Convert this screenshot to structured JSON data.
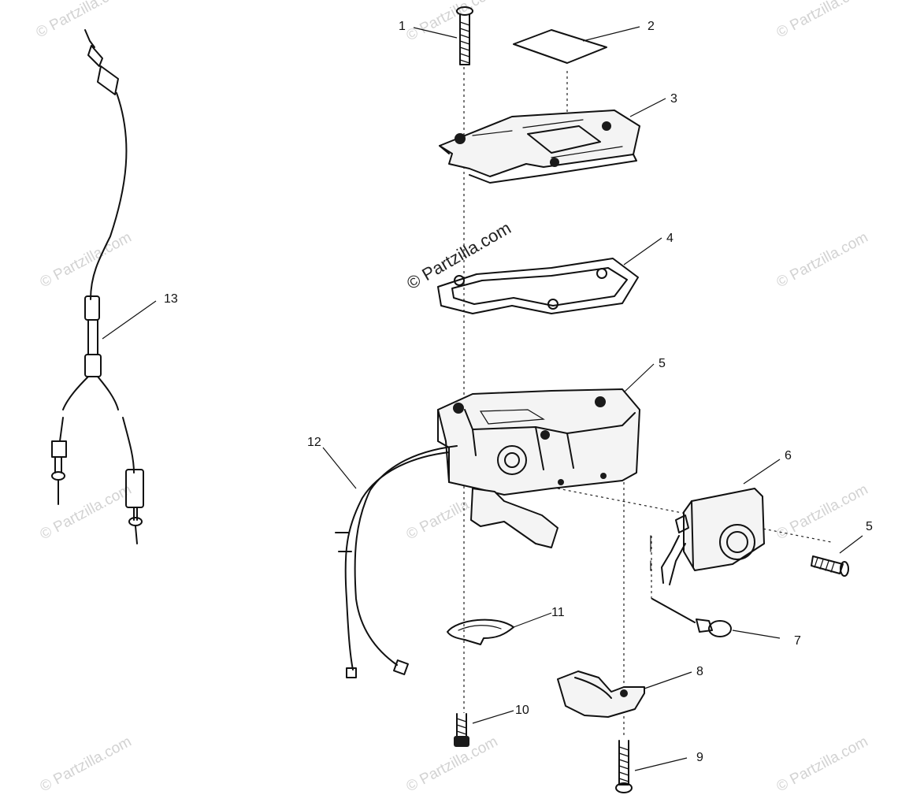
{
  "watermark": {
    "text": "© Partzilla.com"
  },
  "callouts": [
    {
      "id": "c1",
      "label": "1",
      "part": "screw-top"
    },
    {
      "id": "c2",
      "label": "2",
      "part": "label-plate"
    },
    {
      "id": "c3",
      "label": "3",
      "part": "cover-plate"
    },
    {
      "id": "c4",
      "label": "4",
      "part": "gasket"
    },
    {
      "id": "c5a",
      "label": "5",
      "part": "throttle-housing"
    },
    {
      "id": "c5b",
      "label": "5",
      "part": "screw-side"
    },
    {
      "id": "c6",
      "label": "6",
      "part": "switch-housing"
    },
    {
      "id": "c7",
      "label": "7",
      "part": "bulb"
    },
    {
      "id": "c8",
      "label": "8",
      "part": "clamp"
    },
    {
      "id": "c9",
      "label": "9",
      "part": "screw-bottom"
    },
    {
      "id": "c10",
      "label": "10",
      "part": "screw-lower-left"
    },
    {
      "id": "c11",
      "label": "11",
      "part": "retainer-clip"
    },
    {
      "id": "c12",
      "label": "12",
      "part": "wire-harness"
    },
    {
      "id": "c13",
      "label": "13",
      "part": "throttle-cable"
    }
  ]
}
